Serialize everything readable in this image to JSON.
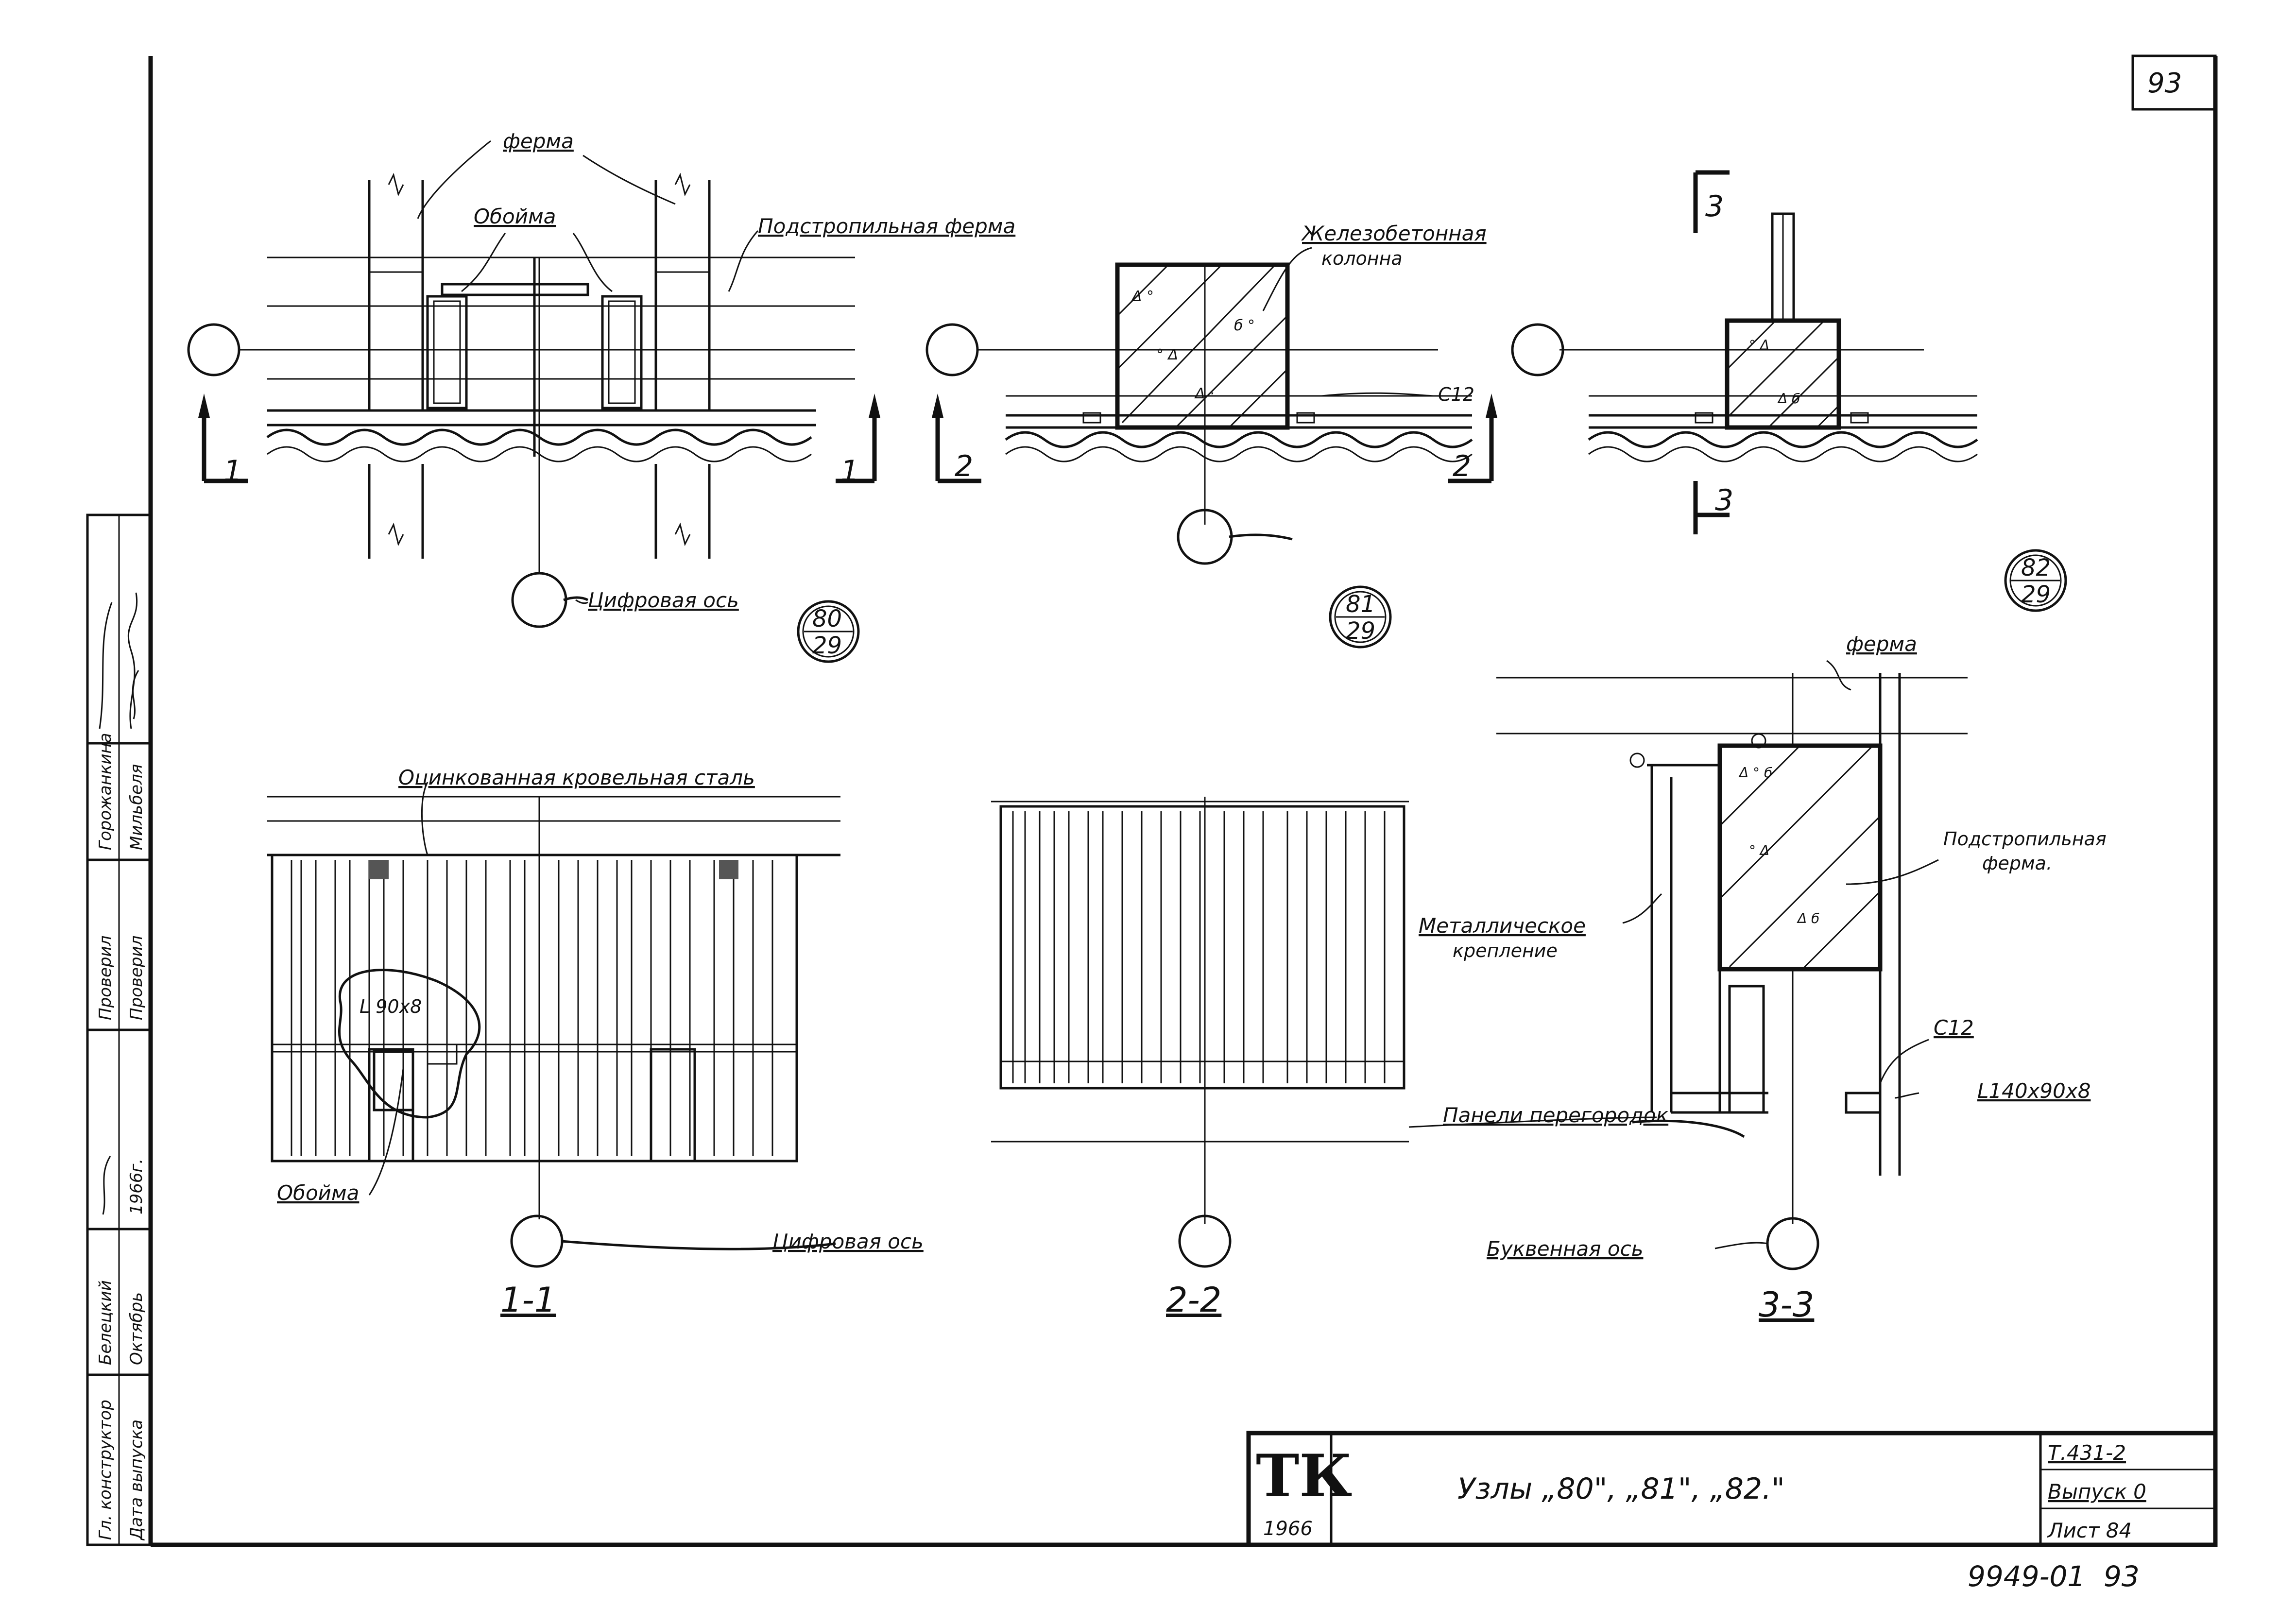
{
  "sheet": {
    "page_number": "93",
    "bottom_note": "9949-01",
    "bottom_page": "93",
    "title": "Узлы „80\", „81\", „82.\"",
    "logo_text": "ТК",
    "logo_year": "1966",
    "code": "Т.431-2",
    "issue": "Выпуск 0",
    "sheet_no": "Лист 84"
  },
  "stamp": {
    "rows": [
      {
        "role": "Гл. конструктор",
        "name": "Белецкий",
        "date": ""
      },
      {
        "role": "Дата выпуска",
        "name": "Октябрь",
        "date": "1966г."
      },
      {
        "role": "Проверил",
        "name": "Горожанкина",
        "date": ""
      },
      {
        "role": "Проверил",
        "name": "Мильбеля",
        "date": ""
      }
    ]
  },
  "nodes": {
    "n80": {
      "num": "80",
      "den": "29"
    },
    "n81": {
      "num": "81",
      "den": "29"
    },
    "n82": {
      "num": "82",
      "den": "29"
    }
  },
  "labels": {
    "ferma": "ферма",
    "oboima": "Обойма",
    "podstrop": "Подстропильная ферма",
    "zhb1": "Железобетонная",
    "zhb2": "колонна",
    "c12": "С12",
    "cifr_os": "Цифровая ось",
    "ocink": "Оцинкованная кровельная сталь",
    "ugol90": "L 90х8",
    "ferma3": "ферма",
    "podstrop3a": "Подстропильная",
    "podstrop3b": "ферма.",
    "metal1": "Металлическое",
    "metal2": "крепление",
    "c12b": "С12",
    "ugol140": "L140х90х8",
    "paneli": "Панели перегородок",
    "bukv_os": "Буквенная ось",
    "oboima2": "Обойма",
    "cifr_os2": "Цифровая ось"
  },
  "sections": {
    "s1": "1-1",
    "s2": "2-2",
    "s3": "3-3",
    "m1": "1",
    "m2": "2",
    "m3": "3"
  }
}
